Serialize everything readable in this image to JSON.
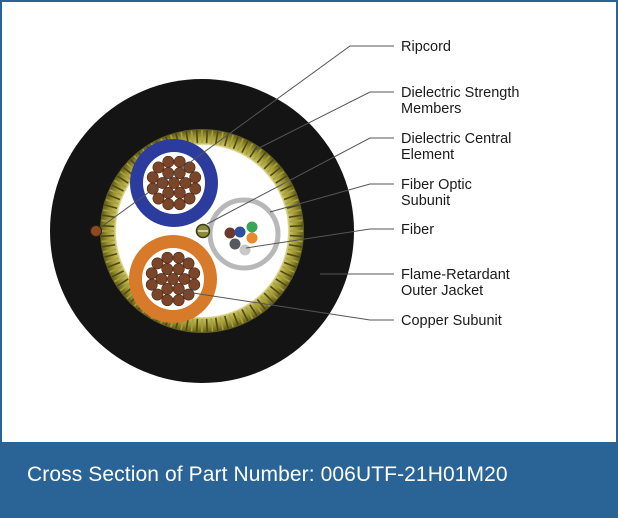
{
  "diagram": {
    "labels": [
      {
        "id": "ripcord",
        "lines": [
          "Ripcord"
        ]
      },
      {
        "id": "dielectric-strength-members",
        "lines": [
          "Dielectric Strength",
          "Members"
        ]
      },
      {
        "id": "dielectric-central-element",
        "lines": [
          "Dielectric Central",
          "Element"
        ]
      },
      {
        "id": "fiber-optic-subunit",
        "lines": [
          "Fiber Optic",
          "Subunit"
        ]
      },
      {
        "id": "fiber",
        "lines": [
          "Fiber"
        ]
      },
      {
        "id": "flame-retardant-outer-jacket",
        "lines": [
          "Flame-Retardant",
          "Outer Jacket"
        ]
      },
      {
        "id": "copper-subunit",
        "lines": [
          "Copper Subunit"
        ]
      }
    ],
    "colors": {
      "jacket": "#141414",
      "strength_members": "#a8a03c",
      "blue_subunit": "#2b3b9e",
      "copper_subunit": "#d77a2a",
      "copper_wire": "#7a4528",
      "fiber_subunit_ring": "#b8b8b8",
      "fibers": [
        "#6b3a2a",
        "#2d4f9e",
        "#3aa655",
        "#e88a2a",
        "#555a60",
        "#c8c8c8"
      ]
    }
  },
  "caption": {
    "text": "Cross Section of Part Number: 006UTF-21H01M20",
    "background": "#2a6496"
  }
}
